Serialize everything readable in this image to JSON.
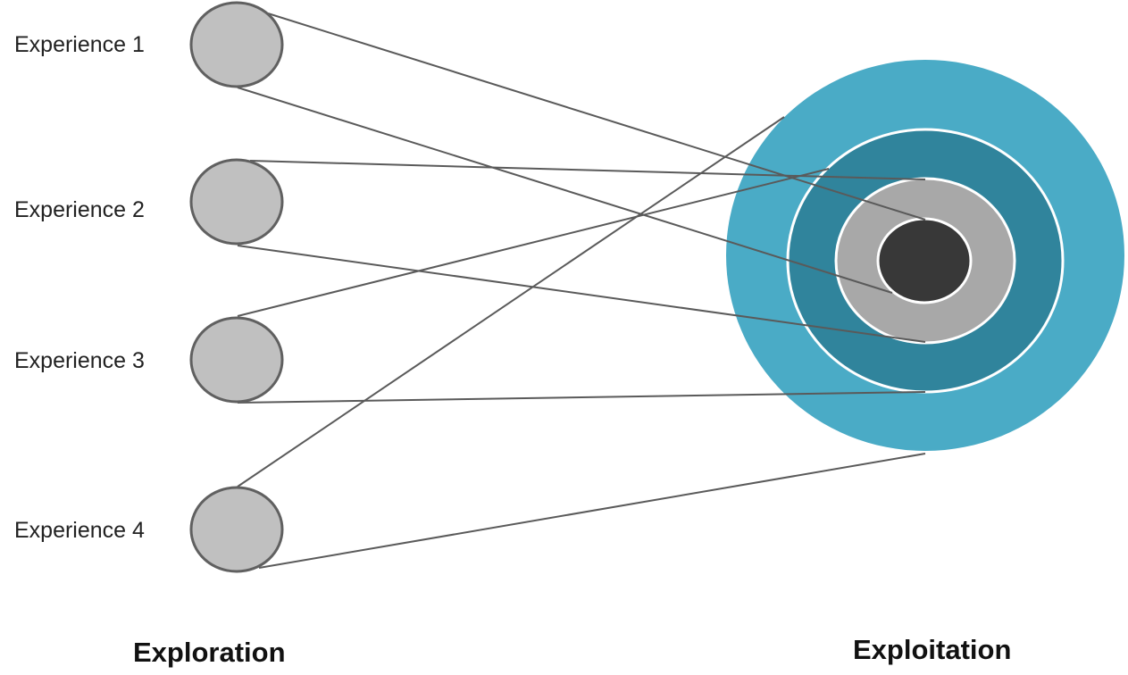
{
  "experiences": [
    {
      "label": "Experience 1"
    },
    {
      "label": "Experience 2"
    },
    {
      "label": "Experience 3"
    },
    {
      "label": "Experience 4"
    }
  ],
  "sections": {
    "left_label": "Exploration",
    "right_label": "Exploitation"
  },
  "colors": {
    "node_fill": "#c0c0c0",
    "node_stroke": "#606060",
    "connector": "#5a5a5a",
    "ring_outer": "#4aabc6",
    "ring_second": "#30849c",
    "ring_third": "#a8a8a8",
    "ring_core": "#383838",
    "ring_divider": "#ffffff"
  }
}
